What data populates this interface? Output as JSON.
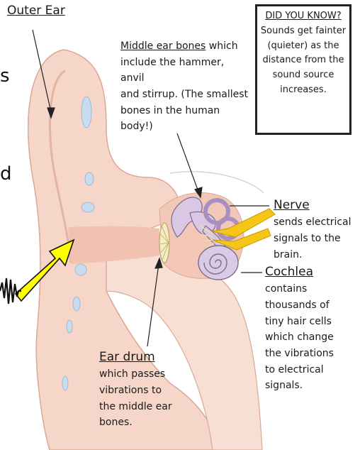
{
  "labels": {
    "outer_ear": "Outer Ear",
    "middle_ear_bones": {
      "heading": "Middle ear bones",
      "line1_rest": "which",
      "line2": "include the hammer, anvil",
      "line3": "and stirrup. (The smallest",
      "line4": "bones in the human body!)"
    },
    "nerve": {
      "heading": "Nerve",
      "line1": "sends electrical",
      "line2": "signals to the brain."
    },
    "cochlea": {
      "heading": "Cochlea",
      "lines": [
        "contains",
        "thousands of",
        "tiny hair cells",
        "which change",
        "the vibrations",
        "to electrical",
        "signals."
      ]
    },
    "ear_drum": {
      "heading": "Ear drum",
      "lines": [
        "which passes",
        "vibrations to",
        "the middle ear",
        "bones."
      ]
    }
  },
  "did_you_know": {
    "title": "DID YOU KNOW?",
    "lines": [
      "Sounds get fainter",
      "(quieter) as the",
      "distance from the",
      "sound source",
      "increases."
    ]
  },
  "cut_off_text": {
    "frag1": "s",
    "frag2": "d"
  },
  "colors": {
    "skin": "#f6d6c8",
    "skin_dark": "#e8b9a8",
    "canal_highlight": "#f3c7b8",
    "cartilage_blue": "#c9dcef",
    "ossicles": "#d9c7e3",
    "cochlea": "#d8cbe6",
    "nerve_yellow": "#f5c518",
    "arrow_yellow": "#ffff00"
  },
  "icons": [
    "sound-wave-icon",
    "sound-arrow-icon"
  ]
}
